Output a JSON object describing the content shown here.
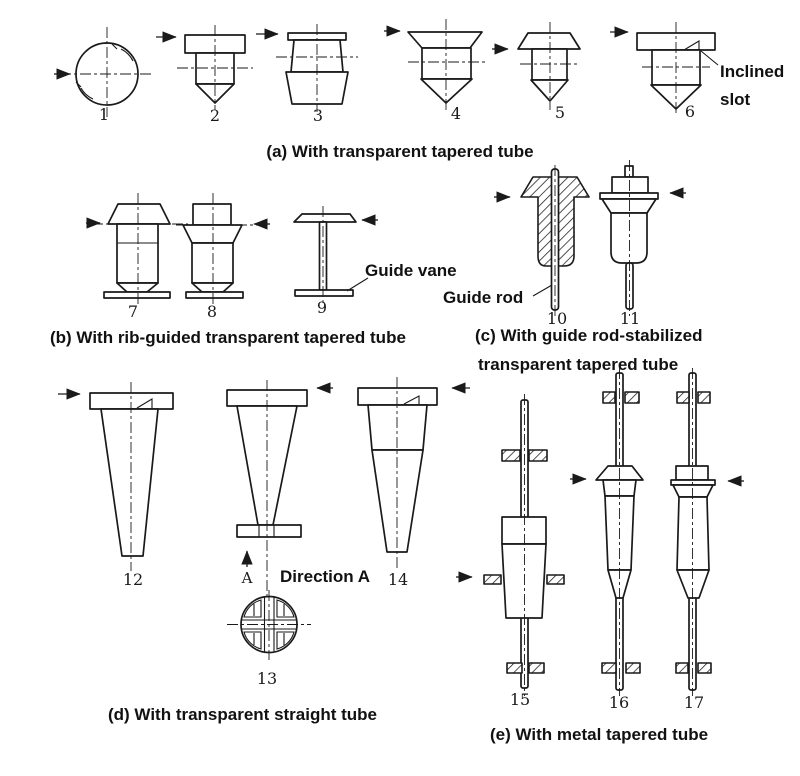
{
  "sections": {
    "a": {
      "caption": "(a) With transparent tapered tube"
    },
    "b": {
      "caption": "(b) With rib-guided transparent tapered tube"
    },
    "c": {
      "caption_line1": "(c) With guide rod-stabilized",
      "caption_line2": "transparent tapered tube"
    },
    "d": {
      "caption": "(d) With transparent straight tube"
    },
    "e": {
      "caption": "(e) With metal tapered tube"
    }
  },
  "figures": {
    "f1": "1",
    "f2": "2",
    "f3": "3",
    "f4": "4",
    "f5": "5",
    "f6": "6",
    "f7": "7",
    "f8": "8",
    "f9": "9",
    "f10": "10",
    "f11": "11",
    "f12": "12",
    "f13": "13",
    "f14": "14",
    "f15": "15",
    "f16": "16",
    "f17": "17"
  },
  "annotations": {
    "inclined_slot_line1": "Inclined",
    "inclined_slot_line2": "slot",
    "guide_vane": "Guide vane",
    "guide_rod": "Guide rod",
    "direction_a": "Direction A",
    "view_arrow_label": "A"
  },
  "colors": {
    "line": "#1a1a1a",
    "background": "#ffffff"
  }
}
